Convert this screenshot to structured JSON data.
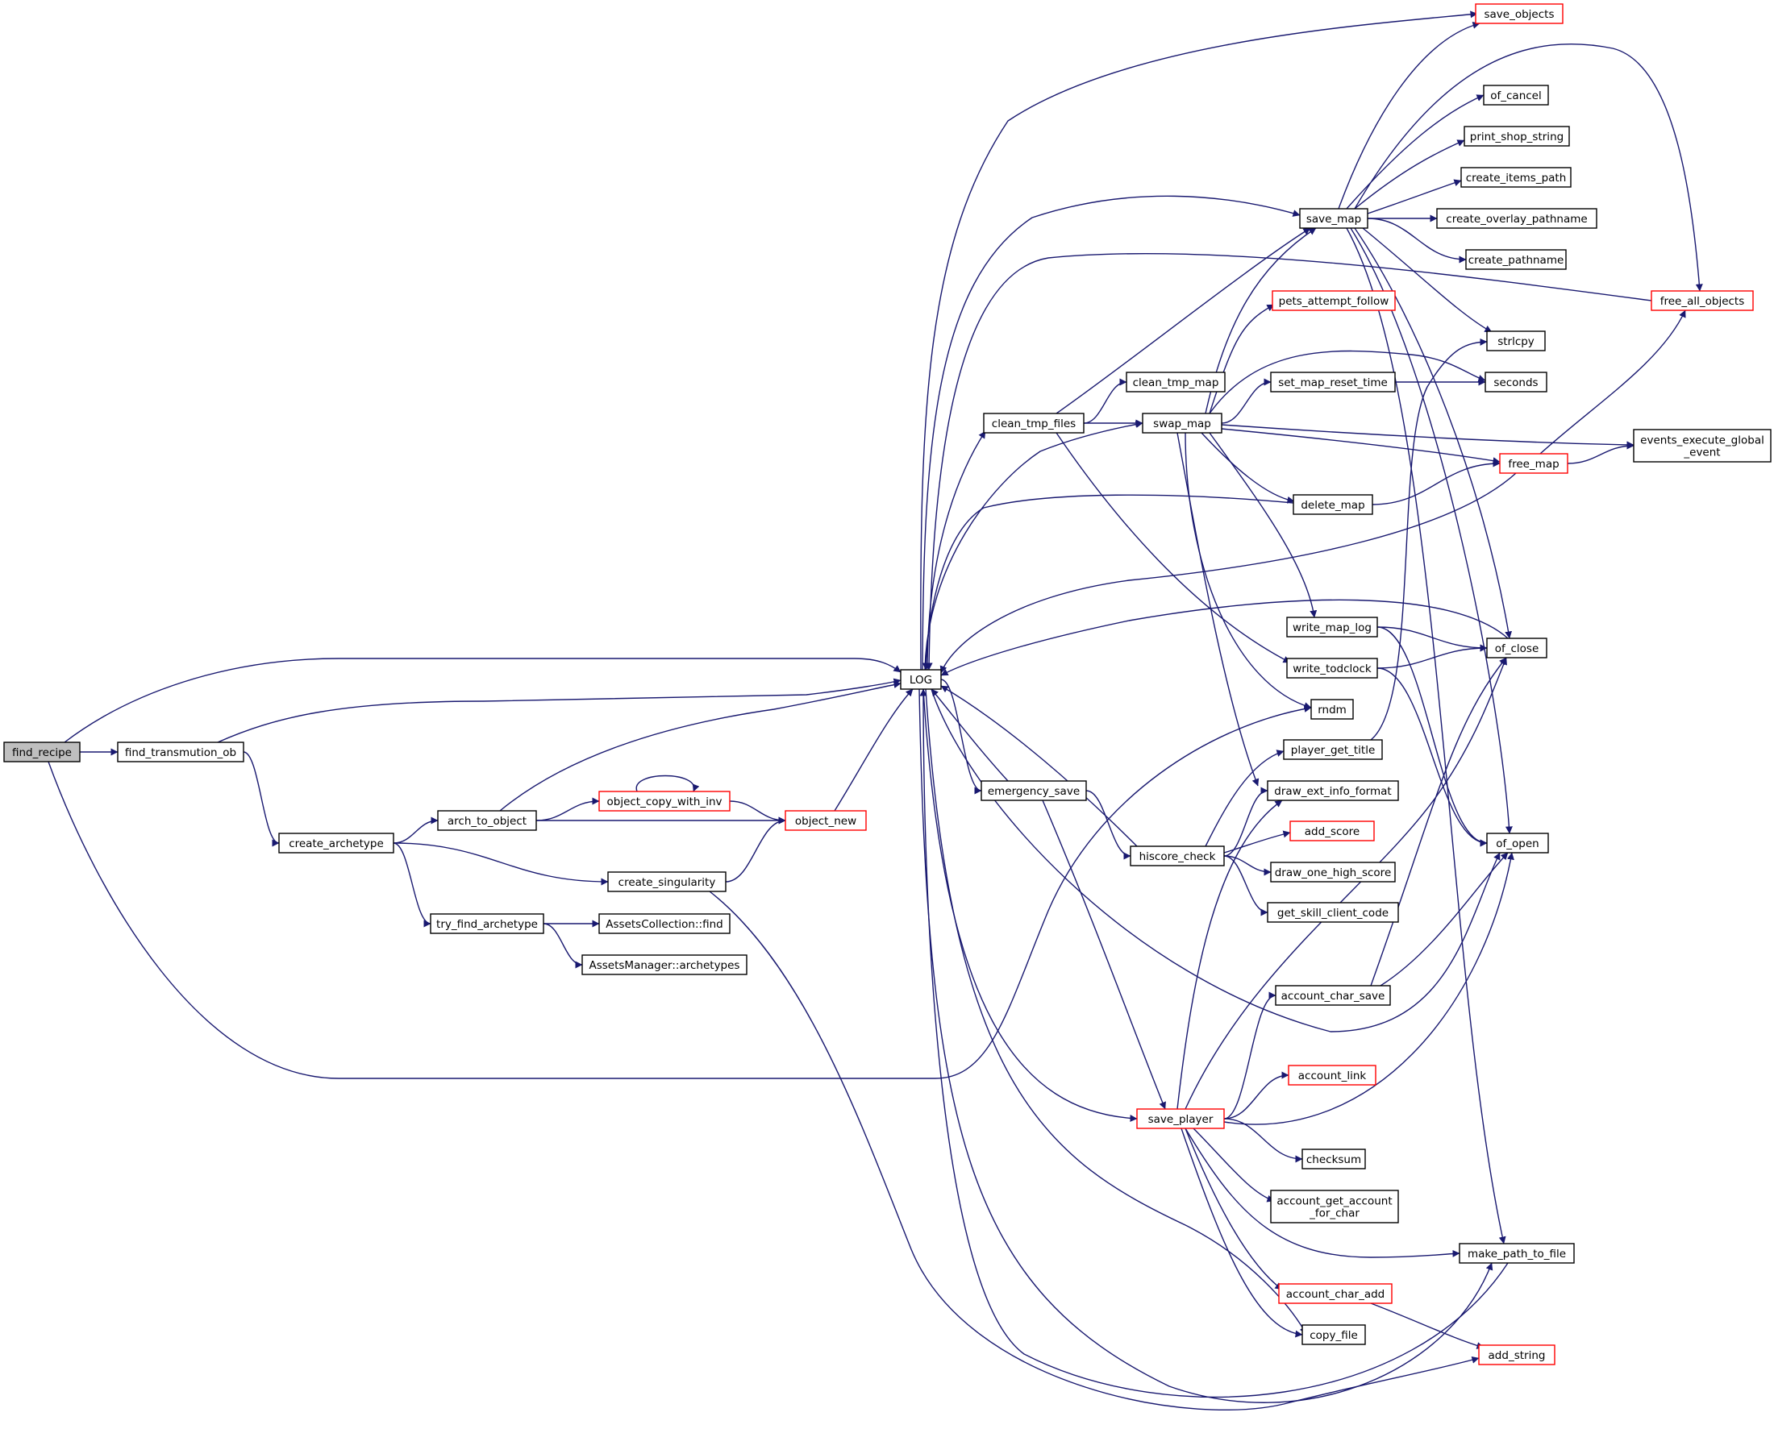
{
  "colors": {
    "edge": "#191970",
    "node_border": "#000000",
    "node_border_truncated": "#ff0000",
    "root_fill": "#bfbfbf"
  },
  "nodes": [
    {
      "id": "find_recipe",
      "label": "find_recipe",
      "style": "root"
    },
    {
      "id": "find_transmution_ob",
      "label": "find_transmution_ob",
      "style": "normal"
    },
    {
      "id": "create_archetype",
      "label": "create_archetype",
      "style": "normal"
    },
    {
      "id": "arch_to_object",
      "label": "arch_to_object",
      "style": "normal"
    },
    {
      "id": "object_copy_with_inv",
      "label": "object_copy_with_inv",
      "style": "truncated"
    },
    {
      "id": "object_new",
      "label": "object_new",
      "style": "truncated"
    },
    {
      "id": "create_singularity",
      "label": "create_singularity",
      "style": "normal"
    },
    {
      "id": "try_find_archetype",
      "label": "try_find_archetype",
      "style": "normal"
    },
    {
      "id": "AssetsCollection_find",
      "label": "AssetsCollection::find",
      "style": "normal"
    },
    {
      "id": "AssetsManager_archetypes",
      "label": "AssetsManager::archetypes",
      "style": "normal"
    },
    {
      "id": "LOG",
      "label": "LOG",
      "style": "normal"
    },
    {
      "id": "clean_tmp_files",
      "label": "clean_tmp_files",
      "style": "normal"
    },
    {
      "id": "clean_tmp_map",
      "label": "clean_tmp_map",
      "style": "normal"
    },
    {
      "id": "swap_map",
      "label": "swap_map",
      "style": "normal"
    },
    {
      "id": "emergency_save",
      "label": "emergency_save",
      "style": "normal"
    },
    {
      "id": "hiscore_check",
      "label": "hiscore_check",
      "style": "normal"
    },
    {
      "id": "save_player",
      "label": "save_player",
      "style": "truncated"
    },
    {
      "id": "save_map",
      "label": "save_map",
      "style": "normal"
    },
    {
      "id": "pets_attempt_follow",
      "label": "pets_attempt_follow",
      "style": "truncated"
    },
    {
      "id": "set_map_reset_time",
      "label": "set_map_reset_time",
      "style": "normal"
    },
    {
      "id": "delete_map",
      "label": "delete_map",
      "style": "normal"
    },
    {
      "id": "write_map_log",
      "label": "write_map_log",
      "style": "normal"
    },
    {
      "id": "write_todclock",
      "label": "write_todclock",
      "style": "normal"
    },
    {
      "id": "rndm",
      "label": "rndm",
      "style": "normal"
    },
    {
      "id": "player_get_title",
      "label": "player_get_title",
      "style": "normal"
    },
    {
      "id": "draw_ext_info_format",
      "label": "draw_ext_info_format",
      "style": "normal"
    },
    {
      "id": "add_score",
      "label": "add_score",
      "style": "truncated"
    },
    {
      "id": "draw_one_high_score",
      "label": "draw_one_high_score",
      "style": "normal"
    },
    {
      "id": "get_skill_client_code",
      "label": "get_skill_client_code",
      "style": "normal"
    },
    {
      "id": "account_char_save",
      "label": "account_char_save",
      "style": "normal"
    },
    {
      "id": "account_link",
      "label": "account_link",
      "style": "truncated"
    },
    {
      "id": "checksum",
      "label": "checksum",
      "style": "normal"
    },
    {
      "id": "account_get_account_for_char",
      "label": "account_get_account\n_for_char",
      "style": "normal"
    },
    {
      "id": "account_char_add",
      "label": "account_char_add",
      "style": "truncated"
    },
    {
      "id": "copy_file",
      "label": "copy_file",
      "style": "normal"
    },
    {
      "id": "save_objects",
      "label": "save_objects",
      "style": "truncated"
    },
    {
      "id": "of_cancel",
      "label": "of_cancel",
      "style": "normal"
    },
    {
      "id": "print_shop_string",
      "label": "print_shop_string",
      "style": "normal"
    },
    {
      "id": "create_items_path",
      "label": "create_items_path",
      "style": "normal"
    },
    {
      "id": "create_overlay_pathname",
      "label": "create_overlay_pathname",
      "style": "normal"
    },
    {
      "id": "create_pathname",
      "label": "create_pathname",
      "style": "normal"
    },
    {
      "id": "free_all_objects",
      "label": "free_all_objects",
      "style": "truncated"
    },
    {
      "id": "strlcpy",
      "label": "strlcpy",
      "style": "normal"
    },
    {
      "id": "seconds",
      "label": "seconds",
      "style": "normal"
    },
    {
      "id": "free_map",
      "label": "free_map",
      "style": "truncated"
    },
    {
      "id": "events_execute_global_event",
      "label": "events_execute_global\n_event",
      "style": "normal"
    },
    {
      "id": "of_close",
      "label": "of_close",
      "style": "normal"
    },
    {
      "id": "of_open",
      "label": "of_open",
      "style": "normal"
    },
    {
      "id": "make_path_to_file",
      "label": "make_path_to_file",
      "style": "normal"
    },
    {
      "id": "add_string",
      "label": "add_string",
      "style": "truncated"
    }
  ],
  "edges": [
    [
      "find_recipe",
      "find_transmution_ob"
    ],
    [
      "find_recipe",
      "LOG"
    ],
    [
      "find_recipe",
      "rndm"
    ],
    [
      "find_transmution_ob",
      "LOG"
    ],
    [
      "find_transmution_ob",
      "create_archetype"
    ],
    [
      "create_archetype",
      "arch_to_object"
    ],
    [
      "create_archetype",
      "create_singularity"
    ],
    [
      "create_archetype",
      "try_find_archetype"
    ],
    [
      "arch_to_object",
      "LOG"
    ],
    [
      "arch_to_object",
      "object_copy_with_inv"
    ],
    [
      "arch_to_object",
      "object_new"
    ],
    [
      "object_copy_with_inv",
      "object_copy_with_inv"
    ],
    [
      "object_copy_with_inv",
      "object_new"
    ],
    [
      "object_new",
      "LOG"
    ],
    [
      "create_singularity",
      "object_new"
    ],
    [
      "create_singularity",
      "add_string"
    ],
    [
      "try_find_archetype",
      "AssetsCollection_find"
    ],
    [
      "try_find_archetype",
      "AssetsManager_archetypes"
    ],
    [
      "LOG",
      "clean_tmp_files"
    ],
    [
      "LOG",
      "emergency_save"
    ],
    [
      "LOG",
      "save_objects"
    ],
    [
      "LOG",
      "save_map"
    ],
    [
      "LOG",
      "swap_map"
    ],
    [
      "LOG",
      "copy_file"
    ],
    [
      "LOG",
      "save_player"
    ],
    [
      "LOG",
      "of_open"
    ],
    [
      "LOG",
      "make_path_to_file"
    ],
    [
      "clean_tmp_files",
      "clean_tmp_map"
    ],
    [
      "clean_tmp_files",
      "swap_map"
    ],
    [
      "clean_tmp_files",
      "save_map"
    ],
    [
      "clean_tmp_files",
      "write_todclock"
    ],
    [
      "emergency_save",
      "LOG"
    ],
    [
      "emergency_save",
      "hiscore_check"
    ],
    [
      "emergency_save",
      "save_player"
    ],
    [
      "hiscore_check",
      "LOG"
    ],
    [
      "hiscore_check",
      "player_get_title"
    ],
    [
      "hiscore_check",
      "draw_ext_info_format"
    ],
    [
      "hiscore_check",
      "add_score"
    ],
    [
      "hiscore_check",
      "draw_one_high_score"
    ],
    [
      "hiscore_check",
      "get_skill_client_code"
    ],
    [
      "swap_map",
      "save_map"
    ],
    [
      "swap_map",
      "pets_attempt_follow"
    ],
    [
      "swap_map",
      "set_map_reset_time"
    ],
    [
      "swap_map",
      "seconds"
    ],
    [
      "swap_map",
      "events_execute_global_event"
    ],
    [
      "swap_map",
      "free_map"
    ],
    [
      "swap_map",
      "delete_map"
    ],
    [
      "swap_map",
      "write_map_log"
    ],
    [
      "swap_map",
      "rndm"
    ],
    [
      "swap_map",
      "draw_ext_info_format"
    ],
    [
      "save_map",
      "save_objects"
    ],
    [
      "save_map",
      "of_cancel"
    ],
    [
      "save_map",
      "print_shop_string"
    ],
    [
      "save_map",
      "create_items_path"
    ],
    [
      "save_map",
      "create_overlay_pathname"
    ],
    [
      "save_map",
      "create_pathname"
    ],
    [
      "save_map",
      "free_all_objects"
    ],
    [
      "save_map",
      "strlcpy"
    ],
    [
      "save_map",
      "of_close"
    ],
    [
      "save_map",
      "of_open"
    ],
    [
      "save_map",
      "make_path_to_file"
    ],
    [
      "set_map_reset_time",
      "seconds"
    ],
    [
      "delete_map",
      "LOG"
    ],
    [
      "delete_map",
      "free_map"
    ],
    [
      "free_map",
      "LOG"
    ],
    [
      "free_map",
      "free_all_objects"
    ],
    [
      "free_map",
      "events_execute_global_event"
    ],
    [
      "free_all_objects",
      "LOG"
    ],
    [
      "write_map_log",
      "of_close"
    ],
    [
      "write_map_log",
      "of_open"
    ],
    [
      "write_todclock",
      "of_close"
    ],
    [
      "write_todclock",
      "of_open"
    ],
    [
      "of_close",
      "LOG"
    ],
    [
      "player_get_title",
      "strlcpy"
    ],
    [
      "account_char_save",
      "of_close"
    ],
    [
      "account_char_save",
      "of_open"
    ],
    [
      "save_player",
      "draw_ext_info_format"
    ],
    [
      "save_player",
      "account_char_save"
    ],
    [
      "save_player",
      "of_close"
    ],
    [
      "save_player",
      "account_link"
    ],
    [
      "save_player",
      "of_open"
    ],
    [
      "save_player",
      "checksum"
    ],
    [
      "save_player",
      "account_get_account_for_char"
    ],
    [
      "save_player",
      "make_path_to_file"
    ],
    [
      "save_player",
      "account_char_add"
    ],
    [
      "save_player",
      "copy_file"
    ],
    [
      "account_char_add",
      "add_string"
    ],
    [
      "make_path_to_file",
      "LOG"
    ]
  ]
}
